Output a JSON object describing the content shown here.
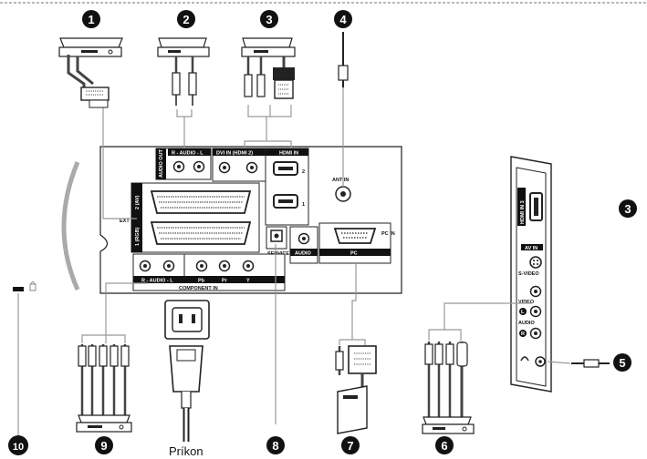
{
  "callouts": [
    "1",
    "2",
    "3",
    "4",
    "5",
    "6",
    "7",
    "8",
    "9",
    "10"
  ],
  "caption": "Príkon",
  "panel_labels": {
    "audio_out": "AUDIO OUT",
    "audio_rl": "R - AUDIO - L",
    "dvi_in": "DVI IN (HDMI 2)",
    "hdmi_in": "HDMI IN",
    "hdmi_1": "1",
    "hdmi_2": "2",
    "ant_in": "ANT IN",
    "ext": "EXT",
    "ext2": "2 (AV)",
    "ext1": "1 (RGB)",
    "service": "SERVICE",
    "audio": "AUDIO",
    "pc": "PC",
    "pc_in": "PC IN",
    "component_in": "COMPONENT IN",
    "pb": "Pb",
    "pr": "Pr",
    "y": "Y",
    "audio_l": "L",
    "audio_r": "R",
    "side_hdmi": "HDMI IN 3",
    "av_in": "AV IN",
    "s_video": "S-VIDEO",
    "video": "VIDEO",
    "side_audio": "AUDIO"
  }
}
